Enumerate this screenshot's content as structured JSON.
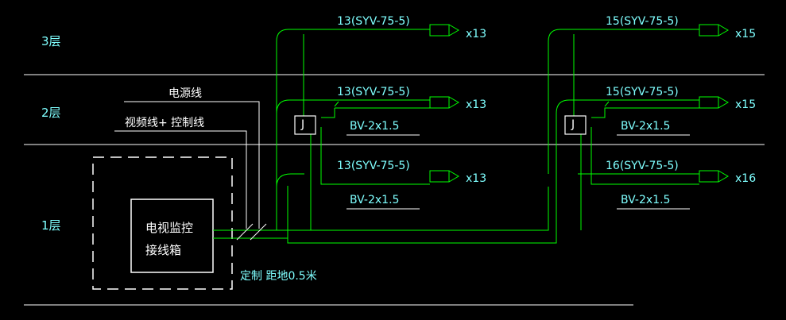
{
  "colors": {
    "background": "#000000",
    "wire": "#00ff00",
    "text": "#7fffff",
    "frame": "#ffffff"
  },
  "floors": {
    "f3": "3层",
    "f2": "2层",
    "f1": "1层"
  },
  "lines": {
    "power": "电源线",
    "video_control": "视频线+ 控制线"
  },
  "cabinet": {
    "line1": "电视监控",
    "line2": "接线箱"
  },
  "note": "定制 距地0.5米",
  "junction_label": "J",
  "left_branch": {
    "cable_f3": "13(SYV-75-5)",
    "cable_f2": "13(SYV-75-5)",
    "cable_f1": "13(SYV-75-5)",
    "count_f3": "x13",
    "count_f2": "x13",
    "count_f1": "x13",
    "power_f2": "BV-2x1.5",
    "power_f1": "BV-2x1.5"
  },
  "right_branch": {
    "cable_f3": "15(SYV-75-5)",
    "cable_f2": "15(SYV-75-5)",
    "cable_f1": "16(SYV-75-5)",
    "count_f3": "x15",
    "count_f2": "x15",
    "count_f1": "x16",
    "power_f2": "BV-2x1.5",
    "power_f1": "BV-2x1.5"
  }
}
